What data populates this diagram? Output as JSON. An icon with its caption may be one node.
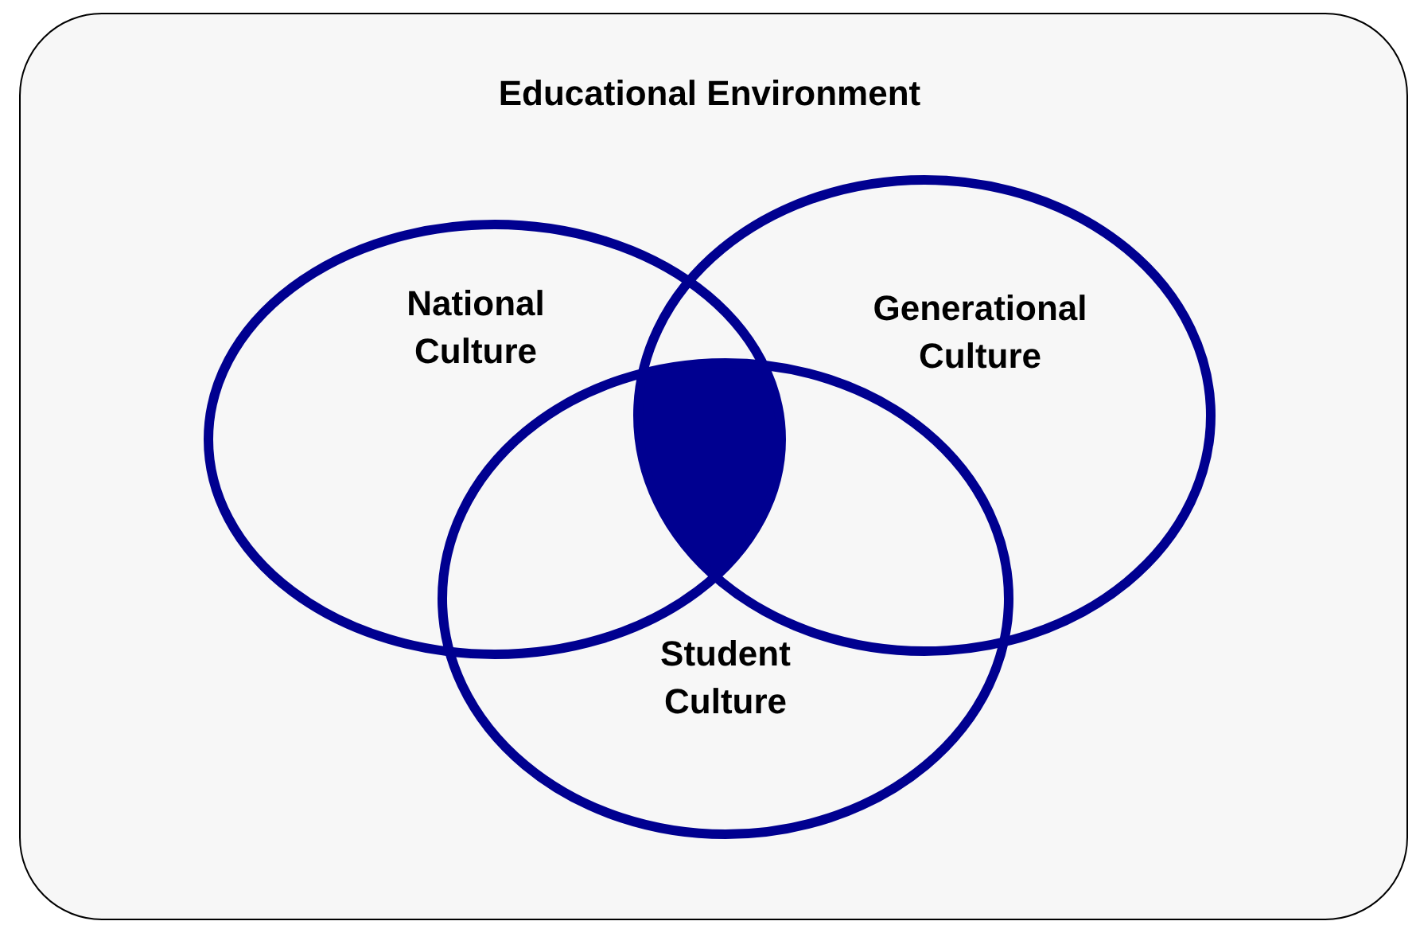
{
  "diagram": {
    "nodes": [
      {
        "text": [
          "Educational Environment"
        ]
      },
      {
        "text": [
          "National Culture"
        ],
        "in": 0
      },
      {
        "text": [
          "Generational Culture"
        ],
        "in": 0
      },
      {
        "text": [
          "Student Culture"
        ],
        "in": 0
      },
      {
        "text": [],
        "shape": "lens",
        "in": 0
      }
    ]
  }
}
